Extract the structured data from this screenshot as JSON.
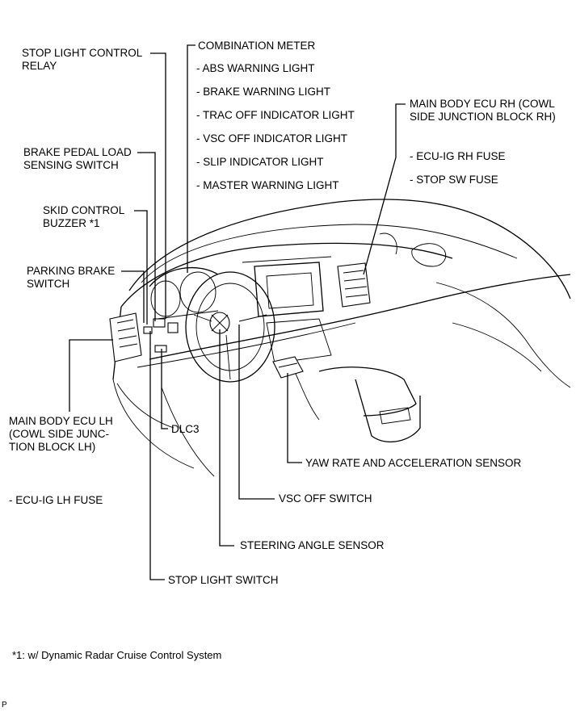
{
  "labels": {
    "stop_light_control_relay": [
      "STOP LIGHT CONTROL",
      "RELAY"
    ],
    "combination_meter": "COMBINATION METER",
    "meter_items": [
      "- ABS WARNING LIGHT",
      "- BRAKE WARNING LIGHT",
      "- TRAC OFF INDICATOR LIGHT",
      "- VSC OFF INDICATOR LIGHT",
      "- SLIP INDICATOR LIGHT",
      "- MASTER WARNING LIGHT"
    ],
    "main_body_ecu_rh": [
      "MAIN BODY ECU RH (COWL",
      "SIDE JUNCTION BLOCK RH)"
    ],
    "rh_fuses": [
      "- ECU-IG RH FUSE",
      "- STOP SW FUSE"
    ],
    "brake_pedal_load_sensing_switch": [
      "BRAKE PEDAL LOAD",
      "SENSING SWITCH"
    ],
    "skid_control_buzzer": [
      "SKID CONTROL",
      "BUZZER *1"
    ],
    "parking_brake_switch": [
      "PARKING BRAKE",
      "SWITCH"
    ],
    "main_body_ecu_lh": [
      "MAIN BODY ECU LH",
      "(COWL SIDE JUNC-",
      "TION BLOCK LH)"
    ],
    "lh_fuse": "- ECU-IG LH FUSE",
    "dlc3": "DLC3",
    "yaw_rate_sensor": "YAW RATE AND ACCELERATION SENSOR",
    "vsc_off_switch": "VSC OFF SWITCH",
    "steering_angle_sensor": "STEERING ANGLE SENSOR",
    "stop_light_switch": "STOP LIGHT SWITCH",
    "footnote": "*1: w/ Dynamic Radar Cruise Control System",
    "page_mark": "P"
  }
}
